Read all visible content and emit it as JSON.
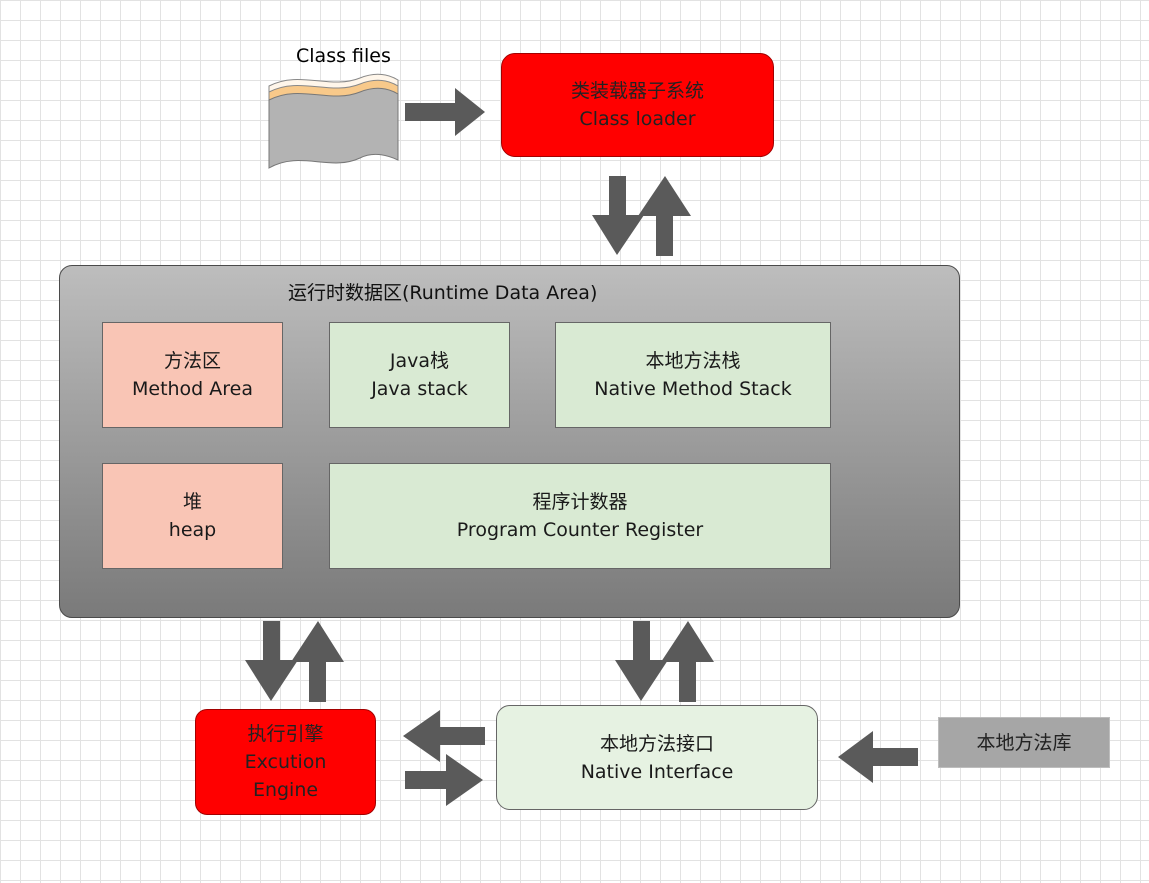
{
  "class_files": {
    "label": "Class files"
  },
  "class_loader": {
    "line1": "类装载器子系统",
    "line2": "Class loader"
  },
  "runtime_area": {
    "title": "运行时数据区(Runtime Data Area)",
    "method_area": {
      "line1": "方法区",
      "line2": "Method Area"
    },
    "java_stack": {
      "line1": "Java栈",
      "line2": "Java stack"
    },
    "native_stack": {
      "line1": "本地方法栈",
      "line2": "Native Method Stack"
    },
    "heap": {
      "line1": "堆",
      "line2": "heap"
    },
    "pc_register": {
      "line1": "程序计数器",
      "line2": "Program Counter Register"
    }
  },
  "execution_engine": {
    "line1": "执行引擎",
    "line2": "Excution",
    "line3": "Engine"
  },
  "native_interface": {
    "line1": "本地方法接口",
    "line2": "Native Interface"
  },
  "native_library": {
    "label": "本地方法库"
  },
  "colors": {
    "red_box": "#ff0000",
    "salmon_box": "#f9c5b5",
    "green_box": "#d9ead3",
    "arrow": "#5a5a5a",
    "runtime_gradient_top": "#bdbdbd",
    "runtime_gradient_bottom": "#7a7a7a"
  }
}
